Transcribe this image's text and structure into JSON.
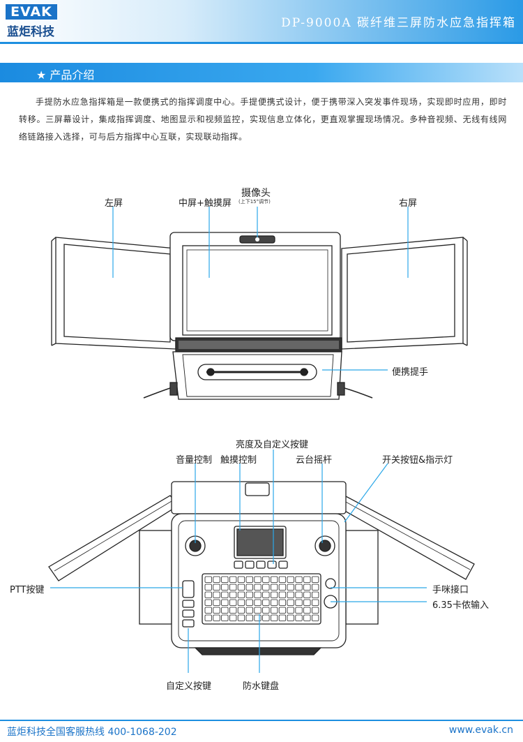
{
  "header": {
    "logo_text": "EVAK",
    "logo_cn": "蓝炬科技",
    "title": "DP-9000A  碳纤维三屏防水应急指挥箱"
  },
  "section": {
    "title": "★  产品介绍"
  },
  "intro": "手提防水应急指挥箱是一款便携式的指挥调度中心。手提便携式设计，便于携带深入突发事件现场，实现即时应用，即时转移。三屏幕设计，集成指挥调度、地图显示和视频监控，实现信息立体化，更直观掌握现场情况。多种音视频、无线有线网络链路接入选择，可与后方指挥中心互联，实现联动指挥。",
  "diagram1": {
    "left_screen": "左屏",
    "center_screen": "中屏+触摸屏",
    "camera": "摄像头",
    "camera_note": "(上下15°调节)",
    "right_screen": "右屏",
    "handle": "便携提手"
  },
  "diagram2": {
    "brightness": "亮度及自定义按键",
    "volume": "音量控制",
    "touch": "触摸控制",
    "ptz": "云台摇杆",
    "power": "开关按钮&指示灯",
    "ptt": "PTT按键",
    "mic": "手咪接口",
    "audio_in": "6.35卡侬输入",
    "custom_keys": "自定义按键",
    "keyboard": "防水键盘"
  },
  "footer": {
    "hotline": "蓝炬科技全国客服热线  400-1068-202",
    "url": "www.evak.cn"
  },
  "colors": {
    "accent": "#1d8fe0",
    "callout": "#2aa7e8"
  }
}
